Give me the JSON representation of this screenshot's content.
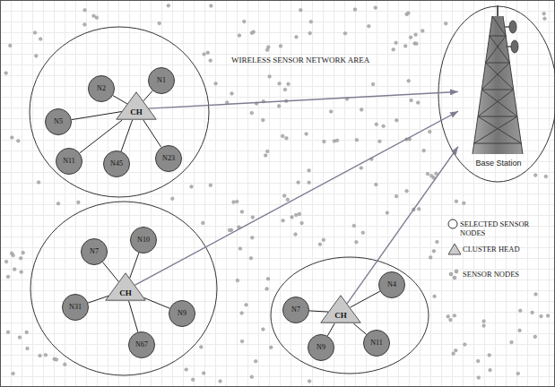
{
  "diagram": {
    "title": "WIRELESS SENSOR NETWORK AREA",
    "nodes": [
      {
        "text": [
          "N2"
        ]
      },
      {
        "text": [
          "N1"
        ]
      },
      {
        "text": [
          "N5"
        ]
      },
      {
        "text": [
          "CH"
        ]
      },
      {
        "text": [
          "N11"
        ]
      },
      {
        "text": [
          "N45"
        ]
      },
      {
        "text": [
          "N23"
        ]
      },
      {
        "text": [
          "Base Station"
        ]
      },
      {
        "text": [
          "N7"
        ]
      },
      {
        "text": [
          "N10"
        ]
      },
      {
        "text": [
          "N31"
        ]
      },
      {
        "text": [
          "CH"
        ]
      },
      {
        "text": [
          "N9"
        ]
      },
      {
        "text": [
          "N67"
        ]
      },
      {
        "text": [
          "N7"
        ]
      },
      {
        "text": [
          "CH"
        ]
      },
      {
        "text": [
          "N4"
        ]
      },
      {
        "text": [
          "N9"
        ]
      },
      {
        "text": [
          "N11"
        ]
      }
    ],
    "edges": [
      {
        "from": 0,
        "to": 3,
        "arrow": "none"
      },
      {
        "from": 1,
        "to": 3,
        "arrow": "none"
      },
      {
        "from": 2,
        "to": 3,
        "arrow": "none"
      },
      {
        "from": 4,
        "to": 3,
        "arrow": "none"
      },
      {
        "from": 5,
        "to": 3,
        "arrow": "none"
      },
      {
        "from": 6,
        "to": 3,
        "arrow": "none"
      },
      {
        "from": 3,
        "to": 7,
        "arrow": "to"
      },
      {
        "from": 8,
        "to": 11,
        "arrow": "none"
      },
      {
        "from": 9,
        "to": 11,
        "arrow": "none"
      },
      {
        "from": 10,
        "to": 11,
        "arrow": "none"
      },
      {
        "from": 12,
        "to": 11,
        "arrow": "none"
      },
      {
        "from": 13,
        "to": 11,
        "arrow": "none"
      },
      {
        "from": 11,
        "to": 7,
        "arrow": "to"
      },
      {
        "from": 14,
        "to": 15,
        "arrow": "none"
      },
      {
        "from": 16,
        "to": 15,
        "arrow": "none"
      },
      {
        "from": 17,
        "to": 15,
        "arrow": "none"
      },
      {
        "from": 18,
        "to": 15,
        "arrow": "none"
      },
      {
        "from": 15,
        "to": 7,
        "arrow": "to"
      }
    ],
    "legend": [
      {
        "text": "SELECTED SENSOR NODES"
      },
      {
        "text": "CLUSTER HEAD"
      },
      {
        "text": "SENSOR NODES"
      }
    ]
  }
}
